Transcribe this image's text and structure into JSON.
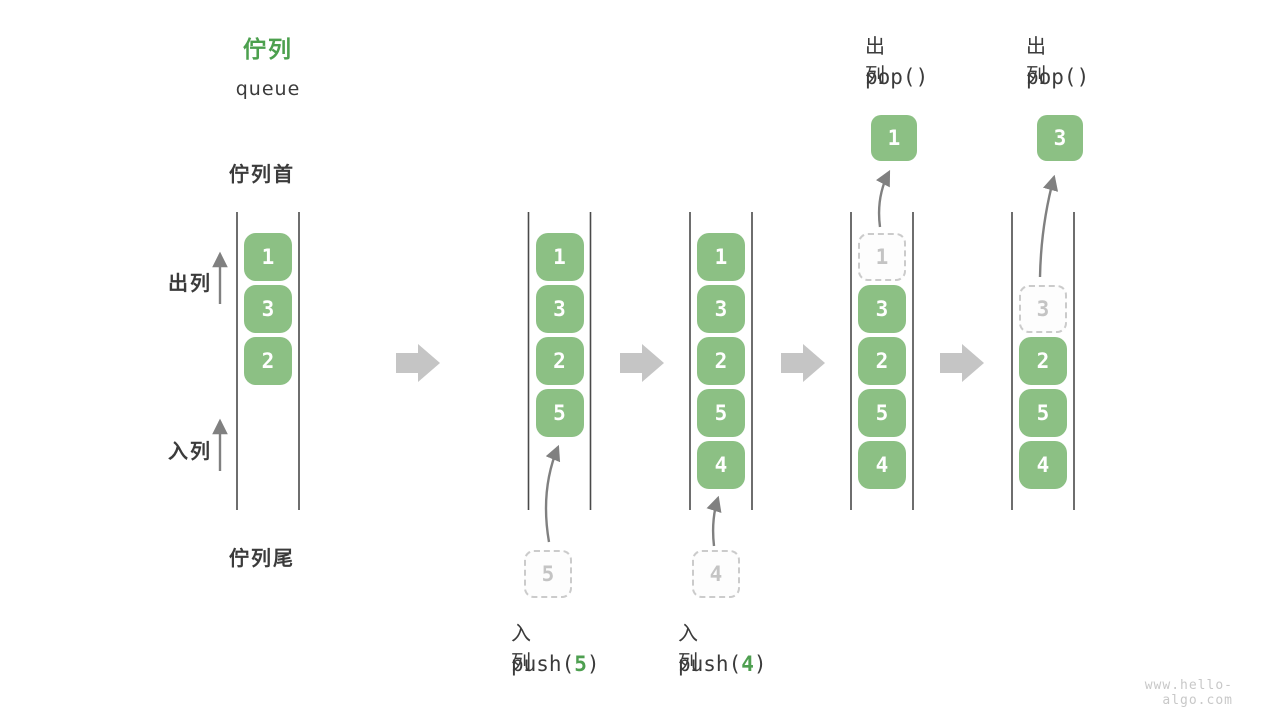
{
  "title": {
    "zh": "佇列",
    "en": "queue"
  },
  "side_labels": {
    "front": "佇列首",
    "rear": "佇列尾",
    "dequeue": "出列",
    "enqueue": "入列"
  },
  "watermark": "www.hello-algo.com",
  "colors": {
    "item_green": "#8cc084",
    "title_green": "#4ca04e",
    "code_green": "#4e9f50",
    "text_dark": "#3b3b3b",
    "wall": "#4a4a4a",
    "block_arrow": "#c5c5c5",
    "thin_arrow": "#808080",
    "dashed_border": "#cbcbcb",
    "dashed_text": "#c4c4c4",
    "watermark": "#c8c8c8"
  },
  "states": [
    {
      "name": "initial",
      "items": [
        {
          "row": 0,
          "value": "1",
          "dashed": false
        },
        {
          "row": 1,
          "value": "3",
          "dashed": false
        },
        {
          "row": 2,
          "value": "2",
          "dashed": false
        }
      ]
    },
    {
      "name": "push-5",
      "items": [
        {
          "row": 0,
          "value": "1",
          "dashed": false
        },
        {
          "row": 1,
          "value": "3",
          "dashed": false
        },
        {
          "row": 2,
          "value": "2",
          "dashed": false
        },
        {
          "row": 3,
          "value": "5",
          "dashed": false
        }
      ],
      "pending_value": "5",
      "op": {
        "action": "入列",
        "code_pre": "push(",
        "arg": "5",
        "code_post": ")"
      }
    },
    {
      "name": "push-4",
      "items": [
        {
          "row": 0,
          "value": "1",
          "dashed": false
        },
        {
          "row": 1,
          "value": "3",
          "dashed": false
        },
        {
          "row": 2,
          "value": "2",
          "dashed": false
        },
        {
          "row": 3,
          "value": "5",
          "dashed": false
        },
        {
          "row": 4,
          "value": "4",
          "dashed": false
        }
      ],
      "pending_value": "4",
      "op": {
        "action": "入列",
        "code_pre": "push(",
        "arg": "4",
        "code_post": ")"
      }
    },
    {
      "name": "pop-1",
      "items": [
        {
          "row": 0,
          "value": "1",
          "dashed": true
        },
        {
          "row": 1,
          "value": "3",
          "dashed": false
        },
        {
          "row": 2,
          "value": "2",
          "dashed": false
        },
        {
          "row": 3,
          "value": "5",
          "dashed": false
        },
        {
          "row": 4,
          "value": "4",
          "dashed": false
        }
      ],
      "popped_value": "1",
      "op": {
        "action": "出列",
        "code_pre": "pop(",
        "arg": "",
        "code_post": ")"
      }
    },
    {
      "name": "pop-3",
      "items": [
        {
          "row": 1,
          "value": "3",
          "dashed": true
        },
        {
          "row": 2,
          "value": "2",
          "dashed": false
        },
        {
          "row": 3,
          "value": "5",
          "dashed": false
        },
        {
          "row": 4,
          "value": "4",
          "dashed": false
        }
      ],
      "popped_value": "3",
      "op": {
        "action": "出列",
        "code_pre": "pop(",
        "arg": "",
        "code_post": ")"
      }
    }
  ]
}
